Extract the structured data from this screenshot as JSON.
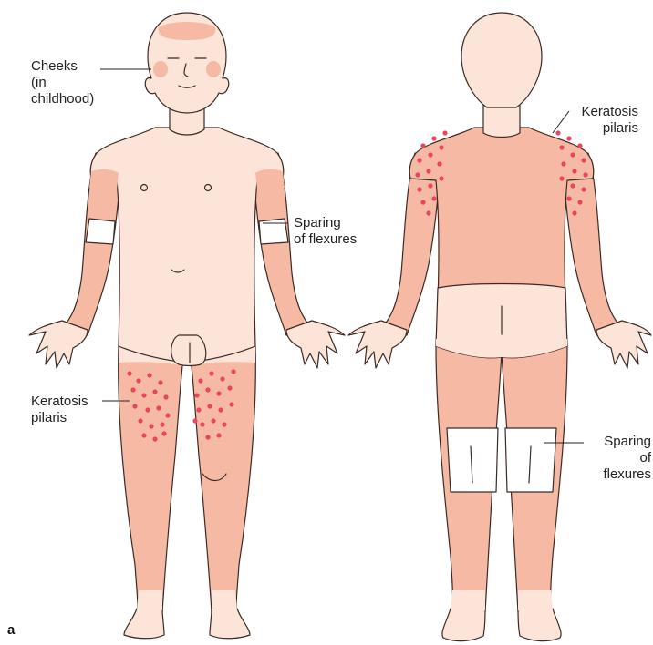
{
  "panel_letter": "a",
  "colors": {
    "skin_light": "#fde4d8",
    "skin_affected": "#f6b9a3",
    "outline": "#3a2a25",
    "papule": "#e7465b",
    "spared": "#ffffff"
  },
  "labels": {
    "cheeks": [
      "Cheeks",
      "(in",
      "childhood)"
    ],
    "front_kp": [
      "Keratosis",
      "pilaris"
    ],
    "front_sparing": [
      "Sparing",
      "of flexures"
    ],
    "back_kp": [
      "Keratosis",
      "pilaris"
    ],
    "back_sparing": [
      "Sparing",
      "of",
      "flexures"
    ]
  }
}
